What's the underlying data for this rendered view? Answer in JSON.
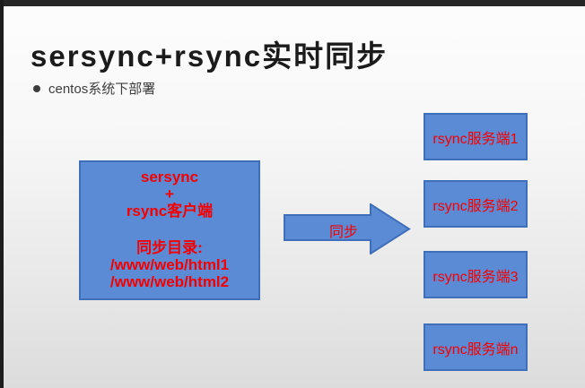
{
  "slide": {
    "title": "sersync+rsync实时同步",
    "bullet": "centos系统下部署"
  },
  "diagram": {
    "source": {
      "line1": "sersync",
      "line2": "+",
      "line3": "rsync客户端",
      "line4": "同步目录:",
      "line5": "/www/web/html1",
      "line6": "/www/web/html2"
    },
    "arrow_label": "同步",
    "servers": [
      {
        "label": "rsync服务端1"
      },
      {
        "label": "rsync服务端2"
      },
      {
        "label": "rsync服务端3"
      },
      {
        "label": "rsync服务端n"
      }
    ]
  },
  "colors": {
    "box_fill": "#5b8bd5",
    "box_border": "#3e6fb8",
    "text_red": "#f40000"
  }
}
